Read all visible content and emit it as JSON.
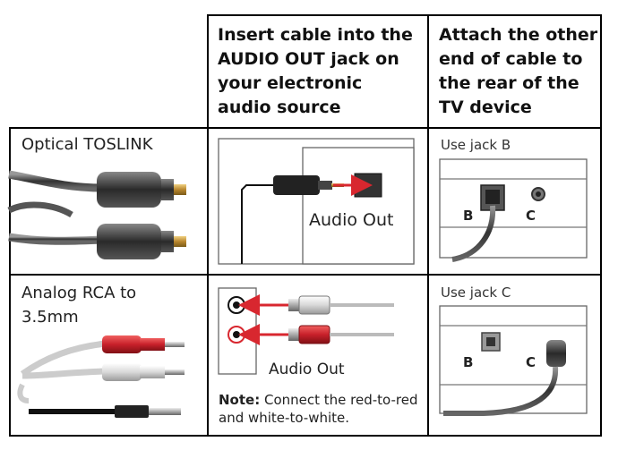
{
  "header": {
    "col2": "Insert cable into the AUDIO OUT jack on your electronic audio source",
    "col3": "Attach the other end of cable to the rear of the TV device"
  },
  "rows": [
    {
      "name": "Optical TOSLINK",
      "source_label": "Audio Out",
      "tv_hint": "Use jack B",
      "jack_b": "B",
      "jack_c": "C"
    },
    {
      "name": "Analog RCA to 3.5mm",
      "source_label": "Audio Out",
      "note_bold": "Note:",
      "note_text": "Connect the red-to-red and white-to-white.",
      "tv_hint": "Use jack C",
      "jack_b": "B",
      "jack_c": "C"
    }
  ],
  "colors": {
    "arrow_red": "#d8272f",
    "rca_red": "#c8202a",
    "gold": "#c8a050"
  },
  "icons": [
    "toslink-plug-icon",
    "rca-plug-icon",
    "minijack-plug-icon",
    "arrow-icon",
    "optical-jack-icon",
    "round-jack-icon"
  ]
}
